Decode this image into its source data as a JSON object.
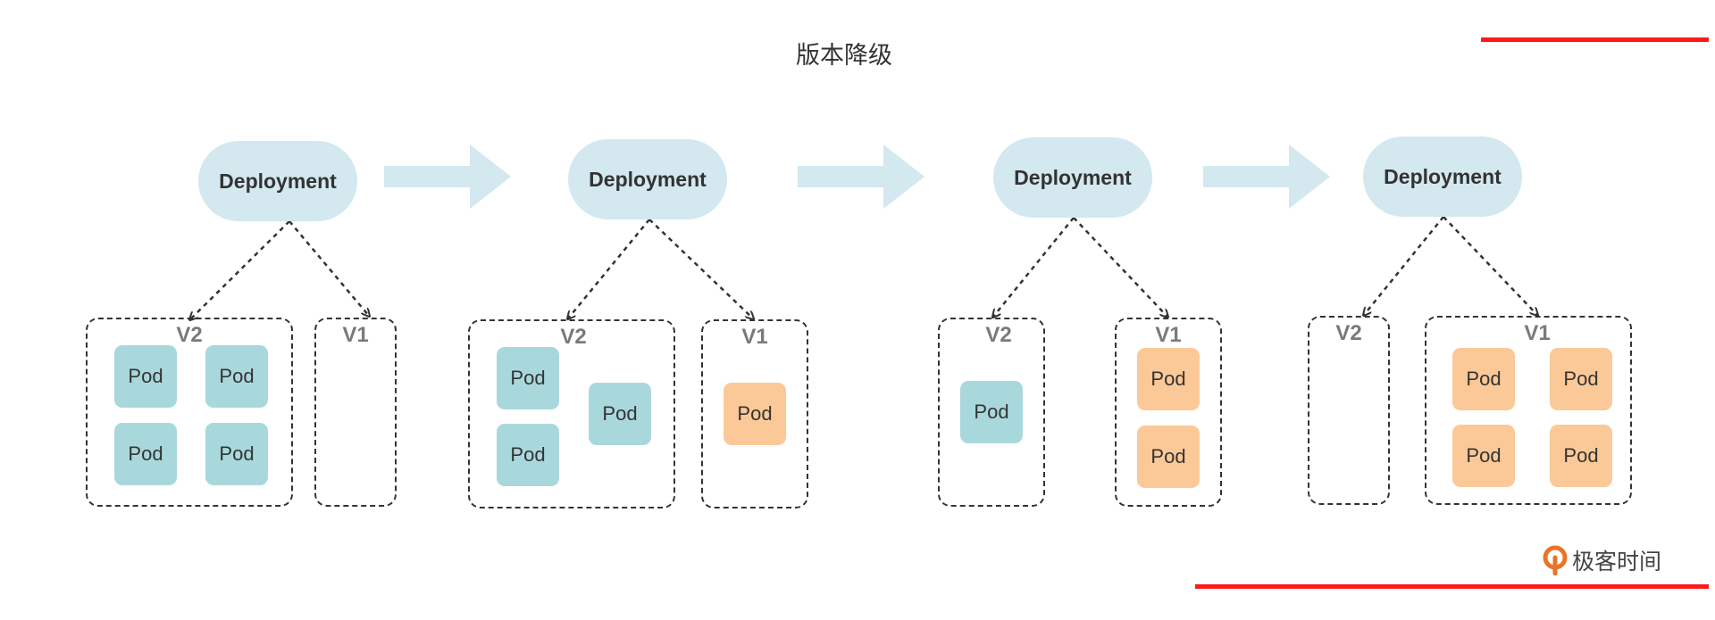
{
  "diagram": {
    "title": "版本降级",
    "colors": {
      "deployment": "#d3e8ef",
      "arrow": "#d3e8ef",
      "pod_v2": "#a9d8dc",
      "pod_v1": "#fbc997",
      "dashed": "#333333",
      "version_label": "#7a7a7a"
    },
    "stages": [
      {
        "deployment_label": "Deployment",
        "v2": {
          "label": "V2",
          "pods": [
            "Pod",
            "Pod",
            "Pod",
            "Pod"
          ]
        },
        "v1": {
          "label": "V1",
          "pods": []
        }
      },
      {
        "deployment_label": "Deployment",
        "v2": {
          "label": "V2",
          "pods": [
            "Pod",
            "Pod",
            "Pod"
          ]
        },
        "v1": {
          "label": "V1",
          "pods": [
            "Pod"
          ]
        }
      },
      {
        "deployment_label": "Deployment",
        "v2": {
          "label": "V2",
          "pods": [
            "Pod"
          ]
        },
        "v1": {
          "label": "V1",
          "pods": [
            "Pod",
            "Pod"
          ]
        }
      },
      {
        "deployment_label": "Deployment",
        "v2": {
          "label": "V2",
          "pods": []
        },
        "v1": {
          "label": "V1",
          "pods": [
            "Pod",
            "Pod",
            "Pod",
            "Pod"
          ]
        }
      }
    ]
  },
  "watermark": {
    "brand": "极客时间"
  }
}
